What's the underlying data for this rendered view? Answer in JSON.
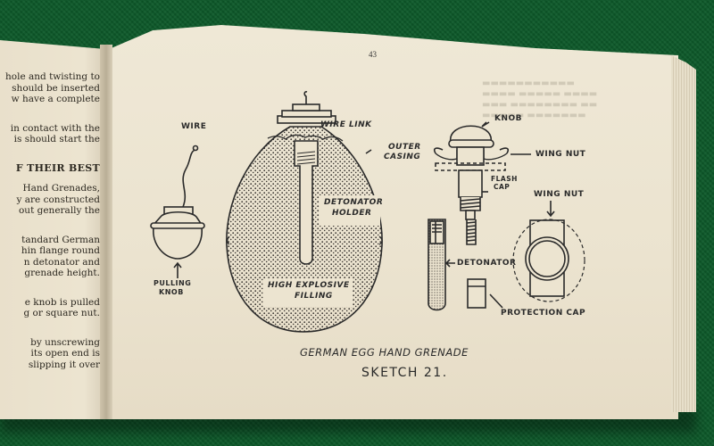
{
  "scene": {
    "background": "green felt surface",
    "background_color": "#0d5a2a",
    "page_color": "#ece4d0",
    "ink_color": "#2a2a2a"
  },
  "left_page": {
    "text_blocks": [
      {
        "lines": [
          "hole and twisting to",
          "should be inserted",
          "w have a complete"
        ]
      },
      {
        "lines": [
          "in contact with the",
          "is should start the"
        ]
      },
      {
        "heading": "F THEIR BEST",
        "lines": [
          "Hand Grenades,",
          "y are constructed",
          "out generally the"
        ]
      },
      {
        "lines": [
          "tandard German",
          "hin flange round",
          "n detonator and",
          "grenade height."
        ]
      },
      {
        "lines": [
          "e knob is pulled",
          "g or square nut."
        ]
      },
      {
        "lines": [
          "by unscrewing",
          "its open end is",
          "slipping it over"
        ]
      }
    ]
  },
  "right_page": {
    "page_number": "43",
    "labels": {
      "wire_link": "WIRE LINK",
      "wire": "WIRE",
      "outer_casing_1": "OUTER",
      "outer_casing_2": "CASING",
      "detonator_holder_1": "DETONATOR",
      "detonator_holder_2": "HOLDER",
      "high_explosive_1": "HIGH EXPLOSIVE",
      "high_explosive_2": "FILLING",
      "pulling_knob_1": "PULLING",
      "pulling_knob_2": "KNOB",
      "knob": "KNOB",
      "wing_nut_top": "WING NUT",
      "flash_cap_1": "FLASH",
      "flash_cap_2": "CAP",
      "wing_nut_right": "WING NUT",
      "detonator": "DETONATOR",
      "protection_cap": "PROTECTION CAP"
    },
    "caption": "GERMAN EGG HAND GRENADE",
    "sketch_number": "SKETCH 21."
  }
}
